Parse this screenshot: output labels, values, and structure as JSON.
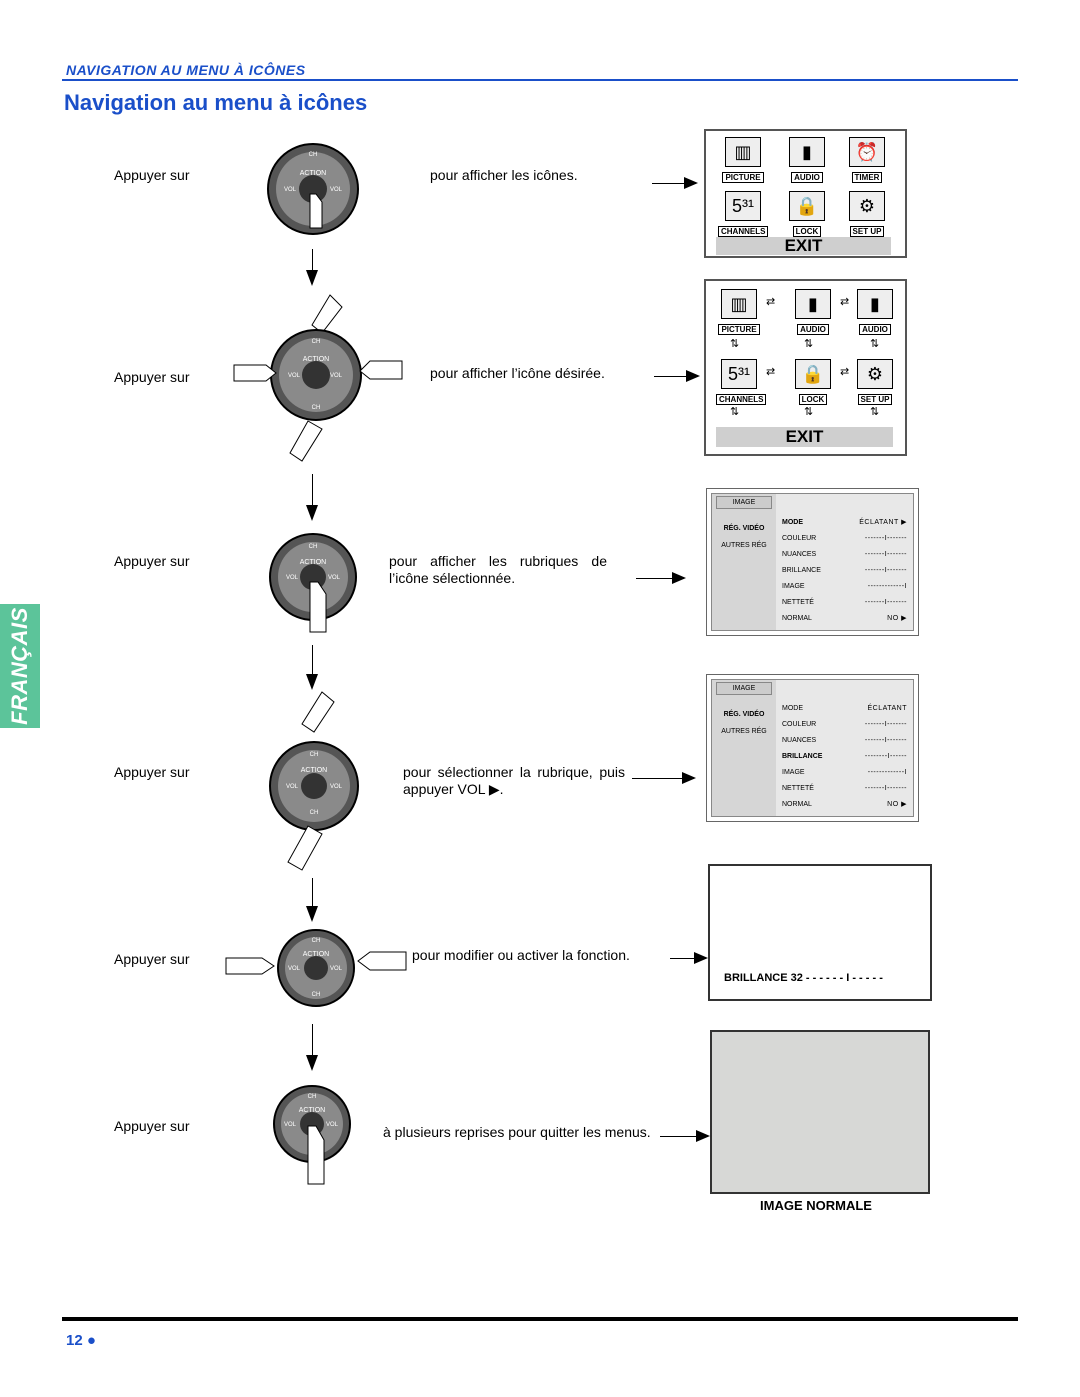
{
  "header": {
    "section": "NAVIGATION AU MENU À ICÔNES",
    "title": "Navigation au menu à icônes"
  },
  "side_tab": "FRANÇAIS",
  "steps": [
    {
      "press": "Appuyer sur",
      "desc": "pour afficher les icônes."
    },
    {
      "press": "Appuyer  sur",
      "desc": "pour afficher l’icône désirée."
    },
    {
      "press": "Appuyer sur",
      "desc": "pour afficher les rubriques de l’icône sélectionnée."
    },
    {
      "press": "Appuyer sur",
      "desc": "pour sélectionner la rubrique, puis appuyer VOL ▶."
    },
    {
      "press": "Appuyer sur",
      "desc": "pour modifier ou activer la fonction."
    },
    {
      "press": "Appuyer sur",
      "desc": "à plusieurs reprises pour quitter les menus."
    }
  ],
  "remote": {
    "ch": "CH",
    "action": "ACTION",
    "vol": "VOL"
  },
  "icon_menu_1": {
    "labels": [
      "PICTURE",
      "AUDIO",
      "TIMER",
      "CHANNELS",
      "LOCK",
      "SET UP"
    ],
    "exit": "EXIT"
  },
  "icon_menu_2": {
    "labels": [
      "PICTURE",
      "AUDIO",
      "AUDIO",
      "CHANNELS",
      "LOCK",
      "SET UP"
    ],
    "exit": "EXIT"
  },
  "submenu_1": {
    "tabs": [
      "IMAGE",
      "RÉG. VIDÉO",
      "AUTRES RÉG"
    ],
    "rows": [
      {
        "label": "MODE",
        "value": "ÉCLATANT ▶"
      },
      {
        "label": "COULEUR",
        "value": "-------I-------"
      },
      {
        "label": "NUANCES",
        "value": "-------I-------"
      },
      {
        "label": "BRILLANCE",
        "value": "-------I-------"
      },
      {
        "label": "IMAGE",
        "value": "-------------I"
      },
      {
        "label": "NETTETÉ",
        "value": "-------I-------"
      },
      {
        "label": "NORMAL",
        "value": "NO ▶"
      }
    ]
  },
  "submenu_2": {
    "tabs": [
      "IMAGE",
      "RÉG. VIDÉO",
      "AUTRES RÉG"
    ],
    "rows": [
      {
        "label": "MODE",
        "value": "ÉCLATANT"
      },
      {
        "label": "COULEUR",
        "value": "-------I-------"
      },
      {
        "label": "NUANCES",
        "value": "-------I-------"
      },
      {
        "label": "BRILLANCE",
        "value": "--------I------"
      },
      {
        "label": "IMAGE",
        "value": "-------------I"
      },
      {
        "label": "NETTETÉ",
        "value": "-------I-------"
      },
      {
        "label": "NORMAL",
        "value": "NO ▶"
      }
    ]
  },
  "adjust_screen": {
    "text": "BRILLANCE 32  - - - - - - I - - - - -"
  },
  "normal_screen": {
    "caption": "IMAGE NORMALE"
  },
  "footer": {
    "page": "12 ●"
  },
  "colors": {
    "accent": "#1a4fc9",
    "tab": "#5cc49a"
  }
}
